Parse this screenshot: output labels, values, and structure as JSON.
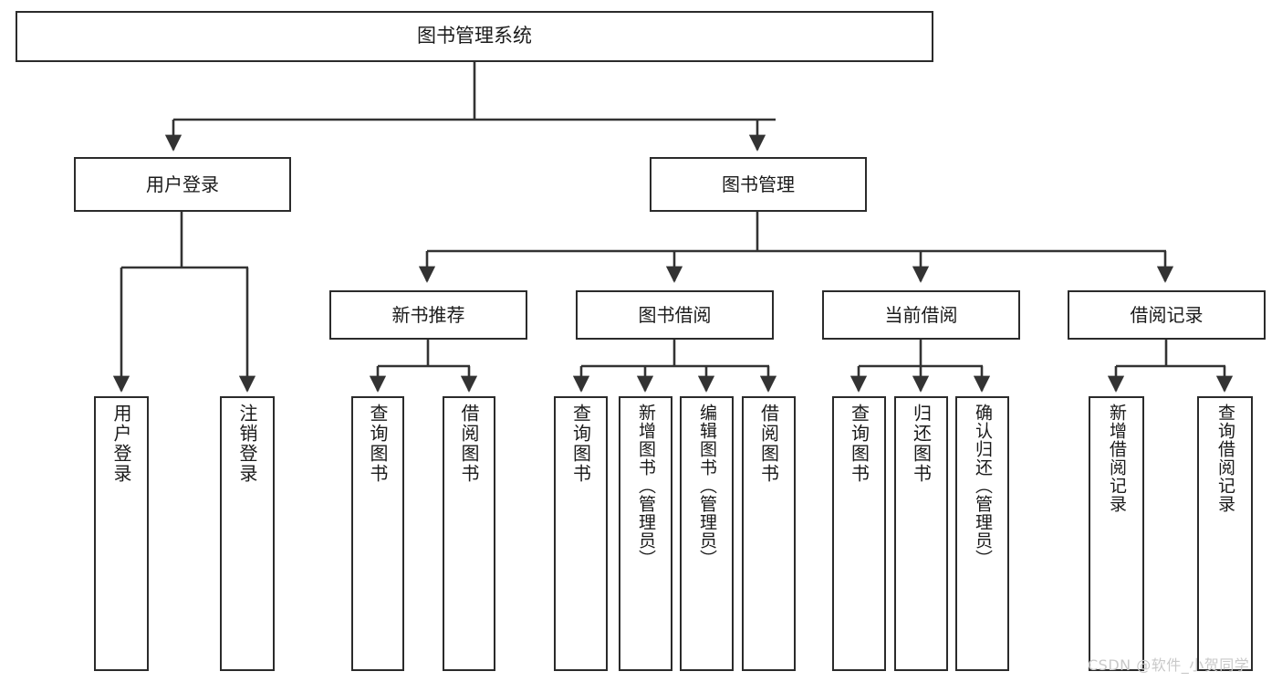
{
  "diagram": {
    "title": "图书管理系统",
    "type": "hierarchy-tree",
    "watermark": "CSDN @软件_小贺同学",
    "colors": {
      "background": "#ffffff",
      "box_border": "#2b2b2b",
      "connector": "#333333",
      "text": "#1a1a1a",
      "watermark": "#c9c9c9"
    },
    "nodes": {
      "root": {
        "label": "图书管理系统",
        "level": 0
      },
      "level1": [
        {
          "id": "user-login",
          "label": "用户登录"
        },
        {
          "id": "book-management",
          "label": "图书管理"
        }
      ],
      "level2": [
        {
          "id": "new-book-recommend",
          "label": "新书推荐"
        },
        {
          "id": "book-borrow",
          "label": "图书借阅"
        },
        {
          "id": "current-borrow",
          "label": "当前借阅"
        },
        {
          "id": "borrow-record",
          "label": "借阅记录"
        }
      ],
      "leaves": [
        {
          "id": "leaf-user-login",
          "label": "用户登录",
          "parent": "user-login"
        },
        {
          "id": "leaf-logout",
          "label": "注销登录",
          "parent": "user-login"
        },
        {
          "id": "leaf-query-book-1",
          "label": "查询图书",
          "parent": "new-book-recommend"
        },
        {
          "id": "leaf-borrow-book-1",
          "label": "借阅图书",
          "parent": "new-book-recommend"
        },
        {
          "id": "leaf-query-book-2",
          "label": "查询图书",
          "parent": "book-borrow"
        },
        {
          "id": "leaf-add-book",
          "label": "新增图书（管理员）",
          "parent": "book-borrow"
        },
        {
          "id": "leaf-edit-book",
          "label": "编辑图书（管理员）",
          "parent": "book-borrow"
        },
        {
          "id": "leaf-borrow-book-2",
          "label": "借阅图书",
          "parent": "book-borrow"
        },
        {
          "id": "leaf-query-book-3",
          "label": "查询图书",
          "parent": "current-borrow"
        },
        {
          "id": "leaf-return-book",
          "label": "归还图书",
          "parent": "current-borrow"
        },
        {
          "id": "leaf-confirm-return",
          "label": "确认归还（管理员）",
          "parent": "current-borrow"
        },
        {
          "id": "leaf-add-record",
          "label": "新增借阅记录",
          "parent": "borrow-record"
        },
        {
          "id": "leaf-query-record",
          "label": "查询借阅记录",
          "parent": "borrow-record"
        }
      ]
    }
  }
}
